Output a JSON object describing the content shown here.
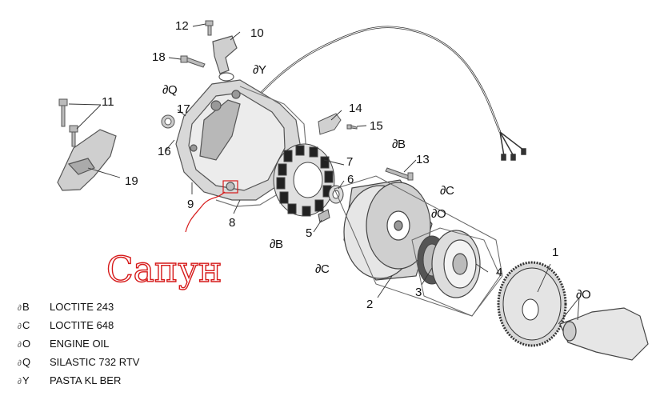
{
  "callouts": {
    "p1": "1",
    "p2": "2",
    "p3": "3",
    "p4": "4",
    "p5": "5",
    "p6": "6",
    "p7": "7",
    "p8": "8",
    "p9": "9",
    "p10": "10",
    "p11": "11",
    "p12": "12",
    "p13": "13",
    "p14": "14",
    "p15": "15",
    "p16": "16",
    "p17": "17",
    "p18": "18",
    "p19": "19"
  },
  "symbols": {
    "b": "B",
    "c": "C",
    "o": "O",
    "q": "Q",
    "y": "Y",
    "drop": "∂"
  },
  "handwriting": "Сапун",
  "legend": [
    {
      "symbol": "B",
      "text": "LOCTITE 243"
    },
    {
      "symbol": "C",
      "text": "LOCTITE 648"
    },
    {
      "symbol": "O",
      "text": "ENGINE OIL"
    },
    {
      "symbol": "Q",
      "text": "SILASTIC 732 RTV"
    },
    {
      "symbol": "Y",
      "text": "PASTA KL BER"
    }
  ],
  "colors": {
    "ink": "#111111",
    "part": "#9a9a9a",
    "annotation": "#d61a1a"
  }
}
